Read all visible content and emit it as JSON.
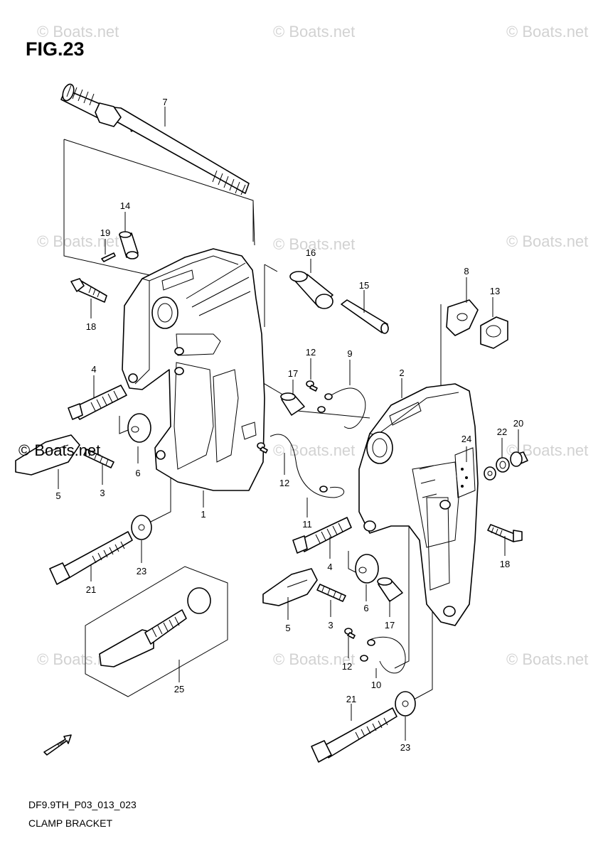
{
  "figure_title": "FIG.23",
  "footer": {
    "code": "DF9.9TH_P03_013_023",
    "name": "CLAMP BRACKET"
  },
  "watermark": "© Boats.net",
  "fwd_label": "FWD",
  "callouts": {
    "c1": "1",
    "c2": "2",
    "c3a": "3",
    "c3b": "3",
    "c4a": "4",
    "c4b": "4",
    "c5a": "5",
    "c5b": "5",
    "c6a": "6",
    "c6b": "6",
    "c7": "7",
    "c8": "8",
    "c9": "9",
    "c10": "10",
    "c11": "11",
    "c12a": "12",
    "c12b": "12",
    "c12c": "12",
    "c13": "13",
    "c14": "14",
    "c15": "15",
    "c16": "16",
    "c17a": "17",
    "c17b": "17",
    "c18a": "18",
    "c18b": "18",
    "c19": "19",
    "c20": "20",
    "c21a": "21",
    "c21b": "21",
    "c22": "22",
    "c23a": "23",
    "c23b": "23",
    "c24": "24",
    "c25": "25"
  }
}
